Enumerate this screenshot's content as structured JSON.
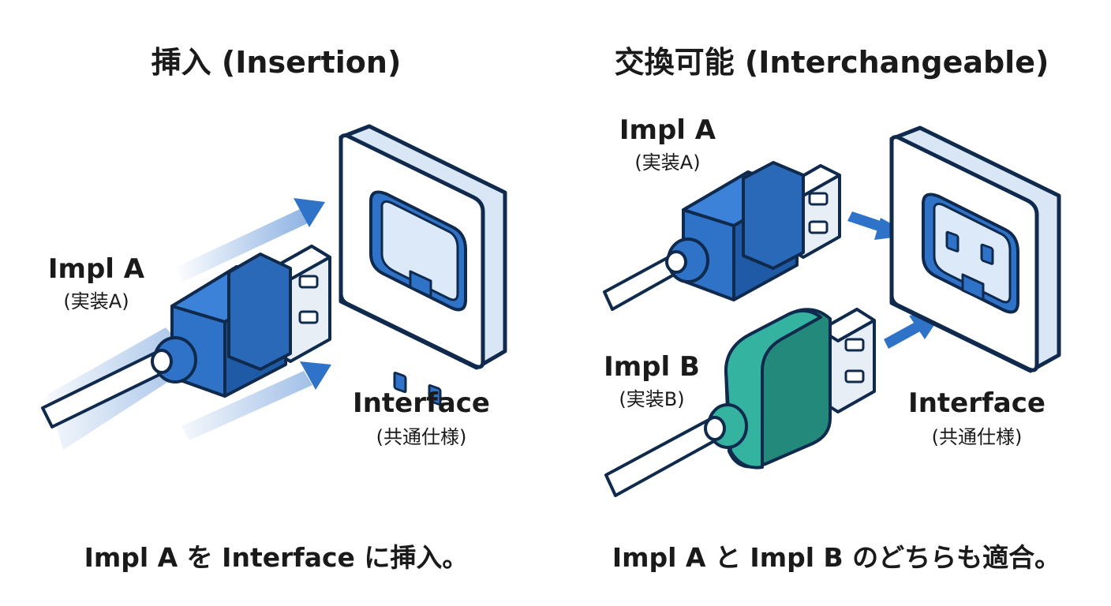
{
  "left": {
    "title": "挿入 (Insertion)",
    "impl_label": "Impl A",
    "impl_sub": "(実装A)",
    "interface_label": "Interface",
    "interface_sub": "(共通仕様)",
    "caption": "Impl A を Interface に挿入。"
  },
  "right": {
    "title": "交換可能 (Interchangeable)",
    "impl_a_label": "Impl A",
    "impl_a_sub": "(実装A)",
    "impl_b_label": "Impl B",
    "impl_b_sub": "(実装B)",
    "interface_label": "Interface",
    "interface_sub": "(共通仕様)",
    "caption": "Impl A と Impl B のどちらも適合。"
  },
  "colors": {
    "outline": "#0f2a4d",
    "plug_blue": "#2f73c9",
    "plug_blue_dark": "#1f5aa6",
    "plug_green": "#35b3a1",
    "plug_green_dark": "#238a7b",
    "socket_face": "#ffffff",
    "socket_side": "#d8e6f6",
    "socket_hole": "#dbe9f8",
    "metal": "#e8eef6",
    "arrow": "#2f73c9"
  },
  "icons": {
    "impl_a_left": "usb-plug-icon",
    "impl_a_right": "usb-plug-icon",
    "impl_b": "usb-plug-icon",
    "socket_left": "wall-socket-icon",
    "socket_right": "wall-socket-icon"
  }
}
